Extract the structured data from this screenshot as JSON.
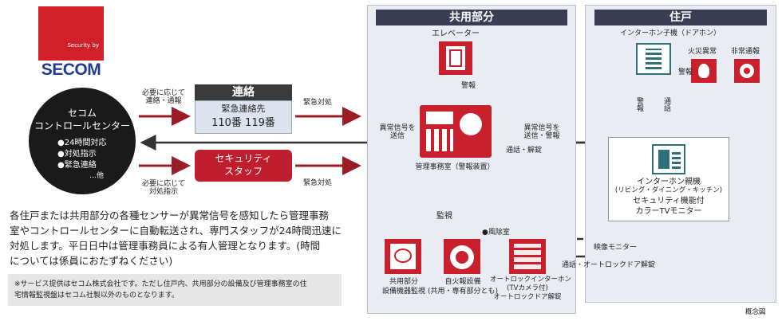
{
  "logo": {
    "security_by": "Security by",
    "brand": "SECOM"
  },
  "control_center": {
    "title_line1": "セコム",
    "title_line2": "コントロールセンター",
    "items": [
      "●24時間対応",
      "●対処指示",
      "●緊急連絡"
    ],
    "etc": "…他"
  },
  "labels": {
    "contact_request": "必要に応じて\n連絡・通報",
    "dispatch_request": "必要に応じて\n対処指示",
    "emergency_action_1": "緊急対処",
    "emergency_action_2": "緊急対処",
    "abnormal_signal_send_left": "異常信号を\n送信",
    "abnormal_signal_send_right": "異常信号を\n送信・警報",
    "call_unlock": "通話・解錠",
    "monitoring": "監視",
    "alarm_elevator": "警報",
    "alarm_home": "警報",
    "alarm_home_v": "警報",
    "call_v": "通話",
    "video_monitor": "映像モニター",
    "call_autolock": "通話・オートロックドア解錠",
    "wind_room": "●風除室",
    "concept": "概念図"
  },
  "contact": {
    "heading": "連絡",
    "line1": "緊急連絡先",
    "line2": "110番 119番"
  },
  "staff": {
    "line1": "セキュリティ",
    "line2": "スタッフ"
  },
  "description": "各住戸または共用部分の各種センサーが異常信号を感知したら管理事務室やコントロールセンターに自動転送され、専門スタッフが24時間迅速に対処します。平日日中は管理事務員による有人管理となります。(時間については係員におたずねください)",
  "description_lines": [
    "各住戸または共用部分の各種センサーが異常信号を感知したら管理事務",
    "室やコントロールセンターに自動転送され、専門スタッフが24時間迅速に",
    "対処します。平日日中は管理事務員による有人管理となります。(時間",
    "については係員におたずねください)"
  ],
  "note_lines": [
    "※サービス提供はセコム株式会社です。ただし住戸内、共用部分の設備及び管理事務室の住",
    "宅情報監視盤はセコム社製以外のものとなります。"
  ],
  "common_area": {
    "heading": "共用部分",
    "elevator": "エレベーター",
    "office": "管理事務室（警報装置）",
    "equipment_line1": "共用部分",
    "equipment_line2": "設備機器監視",
    "fire_line1": "自火報設備",
    "fire_line2": "(共用・専有部分とも)",
    "intercom_line1": "オートロックインターホン",
    "intercom_line2": "(TVカメラ付)",
    "intercom_line3": "オートロックドア解錠"
  },
  "residence": {
    "heading": "住戸",
    "door_phone": "インターホン子機（ドアホン）",
    "fire_alarm": "火災異常",
    "emergency": "非常通報",
    "master_line1": "インターホン親機",
    "master_line2": "(リビング・ダイニング・キッチン)",
    "master_line3": "セキュリティ機能付",
    "master_line4": "カラーTVモニター"
  },
  "colors": {
    "red": "#c8202c",
    "teal": "#2f6f7a",
    "navy": "#3a3e55",
    "dark": "#1a1a1a"
  }
}
